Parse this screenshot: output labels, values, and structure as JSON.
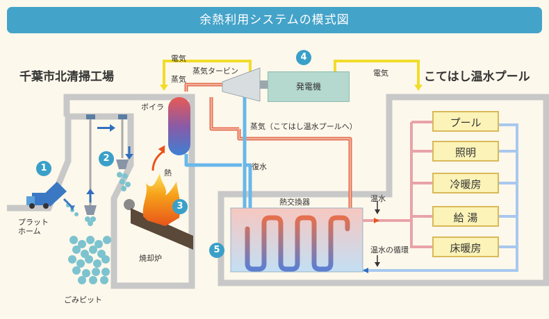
{
  "title": "余熱利用システムの模式図",
  "left_facility": "千葉市北清掃工場",
  "right_facility": "こてはし温水プール",
  "labels": {
    "platform": "プラット\nホーム",
    "garbage_pit": "ごみピット",
    "incinerator": "焼却炉",
    "boiler": "ボイラ",
    "heat": "熱",
    "steam_turbine": "蒸気タービン",
    "steam_1": "蒸気",
    "steam_to_pool": "蒸気（こてはし温水プールへ）",
    "return_water": "復水",
    "electricity_left": "電気",
    "electricity_right": "電気",
    "generator": "発電機",
    "heat_exchanger": "熱交換器",
    "hot_water": "温水",
    "hot_water_circulation": "温水の循環"
  },
  "steps": [
    "1",
    "2",
    "3",
    "4",
    "5"
  ],
  "pool_uses": [
    "プール",
    "照明",
    "冷暖房",
    "給 湯",
    "床暖房"
  ],
  "colors": {
    "title_bg": "#44a3c9",
    "steam_pipe": "#e4704f",
    "water_pipe": "#6ab7ea",
    "electric_line": "#f2dc2a",
    "use_box_bg": "#fbf3b7",
    "use_box_border": "#d9b95a",
    "circle_badge": "#3aa0c8"
  }
}
